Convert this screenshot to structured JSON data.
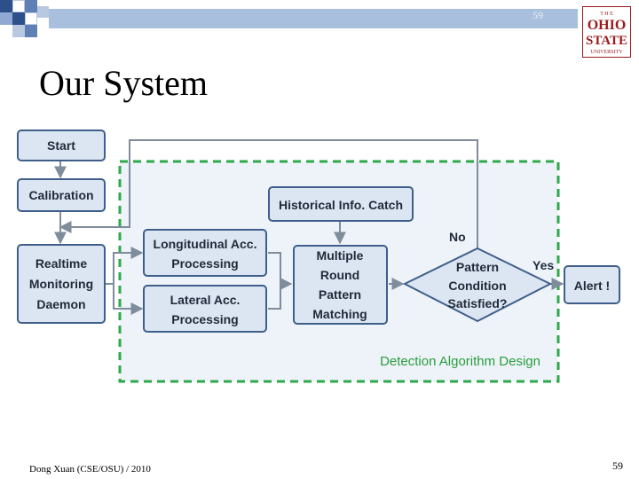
{
  "slide": {
    "title": "Our System",
    "top_number": "59",
    "footer_left": "Dong Xuan (CSE/OSU) / 2010",
    "page_number": "59",
    "logo": {
      "line1": "T H E",
      "line2": "OHIO",
      "line3": "STATE",
      "line4": "UNIVERSITY"
    }
  },
  "diagram": {
    "nodes": {
      "start": "Start",
      "calibration": "Calibration",
      "realtime": [
        "Realtime",
        "Monitoring",
        "Daemon"
      ],
      "longitudinal": [
        "Longitudinal  Acc.",
        "Processing"
      ],
      "lateral": [
        "Lateral Acc.",
        "Processing"
      ],
      "historical": "Historical  Info. Catch",
      "matching": [
        "Multiple",
        "Round",
        "Pattern",
        "Matching"
      ],
      "decision": [
        "Pattern",
        "Condition",
        "Satisfied?"
      ],
      "alert": "Alert !"
    },
    "edge_labels": {
      "no": "No",
      "yes": "Yes"
    },
    "region_label": "Detection Algorithm Design"
  },
  "colors": {
    "box_border": "#3f5f8a",
    "box_fill": "#dce6f2",
    "text": "#1f2a3a",
    "dashed_region": "#2ea84a",
    "region_fill": "#eef3f9",
    "region_label": "#2a9c3c",
    "arrow": "#7f8c9b",
    "top_bar": "#a9bfde",
    "logo_red": "#9a1b1e"
  }
}
